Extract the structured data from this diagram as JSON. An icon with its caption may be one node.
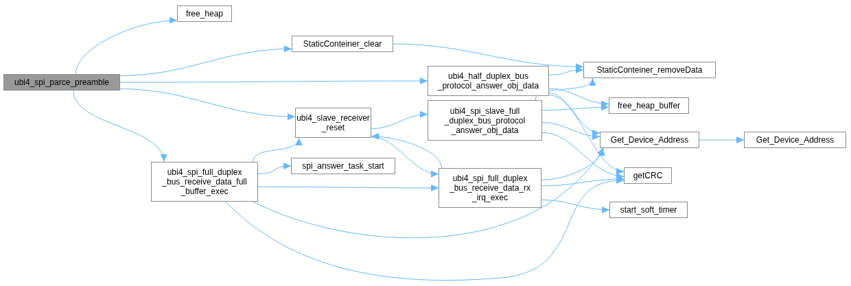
{
  "diagram": {
    "nodes": [
      {
        "text": [
          "ubi4_spi_parce_preamble"
        ]
      },
      {
        "text": [
          "free_heap"
        ]
      },
      {
        "text": [
          "StaticConteiner_clear"
        ]
      },
      {
        "text": [
          "ubi4_half_duplex_bus _protocol_answer_obj_data"
        ]
      },
      {
        "text": [
          "StaticConteiner_removeData"
        ]
      },
      {
        "text": [
          "ubi4_slave_receiver _reset"
        ]
      },
      {
        "text": [
          "ubi4_spi_slave_full _duplex_bus_protocol _answer_obj_data"
        ]
      },
      {
        "text": [
          "free_heap_buffer"
        ]
      },
      {
        "text": [
          "Get_Device_Address"
        ]
      },
      {
        "text": [
          "Get_Device_Address"
        ]
      },
      {
        "text": [
          "ubi4_spi_full_duplex _bus_receive_data_full _buffer_exec"
        ]
      },
      {
        "text": [
          "spi_answer_task_start"
        ]
      },
      {
        "text": [
          "ubi4_spi_full_duplex _bus_receive_data_rx _irq_exec"
        ]
      },
      {
        "text": [
          "getCRC"
        ]
      },
      {
        "text": [
          "start_soft_timer"
        ]
      }
    ],
    "edges": [
      {
        "from": 0,
        "to": 1,
        "arrow": "to"
      },
      {
        "from": 0,
        "to": 2,
        "arrow": "to"
      },
      {
        "from": 0,
        "to": 3,
        "arrow": "to"
      },
      {
        "from": 0,
        "to": 5,
        "arrow": "to"
      },
      {
        "from": 0,
        "to": 10,
        "arrow": "to"
      },
      {
        "from": 2,
        "to": 4,
        "arrow": "to"
      },
      {
        "from": 3,
        "to": 4,
        "arrow": "to"
      },
      {
        "from": 3,
        "to": 7,
        "arrow": "to"
      },
      {
        "from": 3,
        "to": 8,
        "arrow": "to"
      },
      {
        "from": 3,
        "to": 13,
        "arrow": "to"
      },
      {
        "from": 5,
        "to": 6,
        "arrow": "to"
      },
      {
        "from": 5,
        "to": 12,
        "arrow": "to"
      },
      {
        "from": 6,
        "to": 4,
        "arrow": "to"
      },
      {
        "from": 6,
        "to": 7,
        "arrow": "to"
      },
      {
        "from": 6,
        "to": 8,
        "arrow": "to"
      },
      {
        "from": 6,
        "to": 13,
        "arrow": "to"
      },
      {
        "from": 8,
        "to": 9,
        "arrow": "to"
      },
      {
        "from": 10,
        "to": 5,
        "arrow": "to"
      },
      {
        "from": 10,
        "to": 11,
        "arrow": "to"
      },
      {
        "from": 10,
        "to": 12,
        "arrow": "to"
      },
      {
        "from": 10,
        "to": 8,
        "arrow": "to"
      },
      {
        "from": 10,
        "to": 13,
        "arrow": "to"
      },
      {
        "from": 12,
        "to": 5,
        "arrow": "to"
      },
      {
        "from": 12,
        "to": 8,
        "arrow": "to"
      },
      {
        "from": 12,
        "to": 13,
        "arrow": "to"
      },
      {
        "from": 12,
        "to": 14,
        "arrow": "to"
      }
    ]
  }
}
